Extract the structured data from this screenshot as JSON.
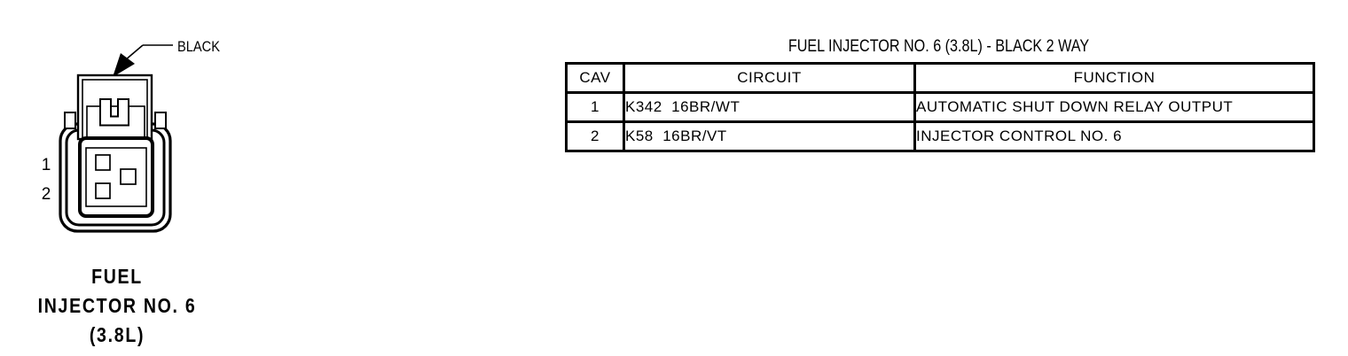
{
  "page": {
    "background": "#ffffff",
    "ink": "#000000"
  },
  "connector": {
    "color_label": "BLACK",
    "pin_labels": [
      "1",
      "2"
    ],
    "caption_lines": [
      "FUEL",
      "INJECTOR NO. 6",
      "(3.8L)"
    ]
  },
  "table": {
    "title": "FUEL INJECTOR NO. 6 (3.8L) - BLACK 2 WAY",
    "columns": [
      "CAV",
      "CIRCUIT",
      "FUNCTION"
    ],
    "rows": [
      {
        "cav": "1",
        "circuit": "K342  16BR/WT",
        "function": "AUTOMATIC SHUT DOWN RELAY OUTPUT"
      },
      {
        "cav": "2",
        "circuit": "K58  16BR/VT",
        "function": "INJECTOR CONTROL NO. 6"
      }
    ]
  }
}
